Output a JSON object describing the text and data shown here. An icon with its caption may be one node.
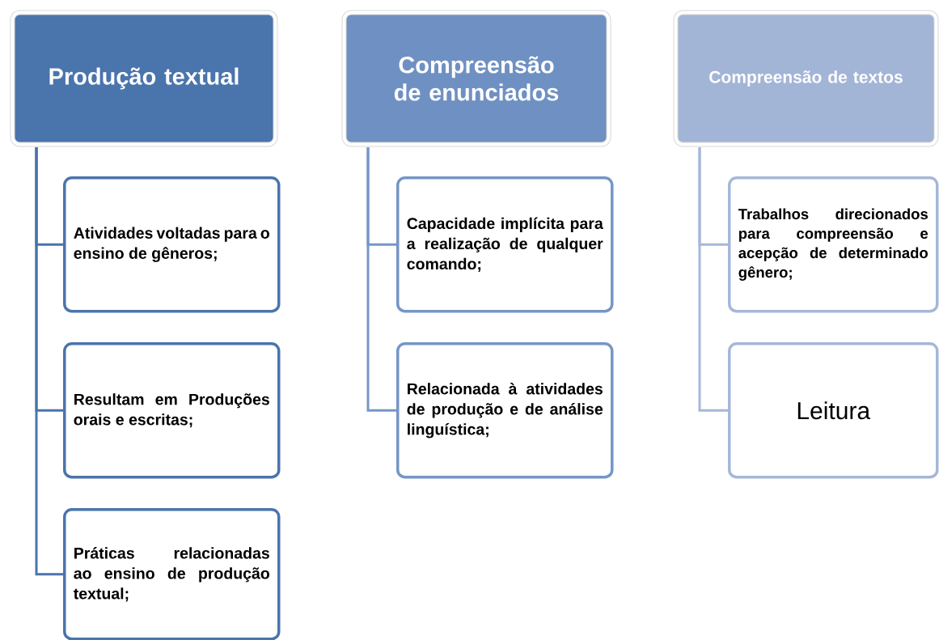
{
  "diagram": {
    "nodes": [
      {
        "text": [
          "Produção textual"
        ]
      },
      {
        "text": [
          "Atividades voltadas para o ensino de gêneros;"
        ]
      },
      {
        "text": [
          "Resultam em Produções orais e escritas;"
        ]
      },
      {
        "text": [
          "**Práticas relacionadas ao ensino de produção textual**;"
        ]
      },
      {
        "text": [
          "Compreensão de enunciados"
        ]
      },
      {
        "text": [
          "**Capacidade implícita para a realização de qualquer comando**;"
        ]
      },
      {
        "text": [
          "Relacionada à atividades de produção e de análise linguística;"
        ]
      },
      {
        "text": [
          "Compreensão de textos"
        ]
      },
      {
        "text": [
          "Trabalhos direcionados para compreensão e acepção de determinado gênero;"
        ]
      },
      {
        "text": [
          "Leitura"
        ]
      }
    ],
    "edges": [
      {
        "from": 0,
        "to": 1,
        "arrow": "none"
      },
      {
        "from": 0,
        "to": 2,
        "arrow": "none"
      },
      {
        "from": 0,
        "to": 3,
        "arrow": "none"
      },
      {
        "from": 4,
        "to": 5,
        "arrow": "none",
        "color": "#7596c6"
      },
      {
        "from": 4,
        "to": 6,
        "arrow": "none",
        "color": "#7596c6"
      },
      {
        "from": 7,
        "to": 8,
        "arrow": "none",
        "color": "#a6b7d8"
      },
      {
        "from": 7,
        "to": 9,
        "arrow": "none",
        "color": "#a6b7d8"
      }
    ]
  }
}
